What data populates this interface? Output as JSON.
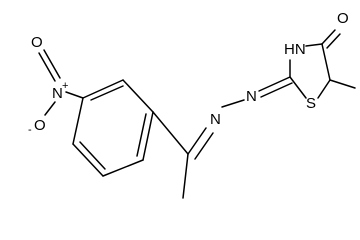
{
  "atoms": {
    "nitro_o_top": "O",
    "nitro_n": "N",
    "nitro_n_charge": "+",
    "nitro_o_minus": "O",
    "nitro_o_charge": "-",
    "hydrazone_n1": "N",
    "hydrazone_n2": "N",
    "ring_nh": "HN",
    "ring_s": "S",
    "carbonyl_o": "O"
  },
  "colors": {
    "bond": "#000000",
    "background": "#ffffff"
  }
}
